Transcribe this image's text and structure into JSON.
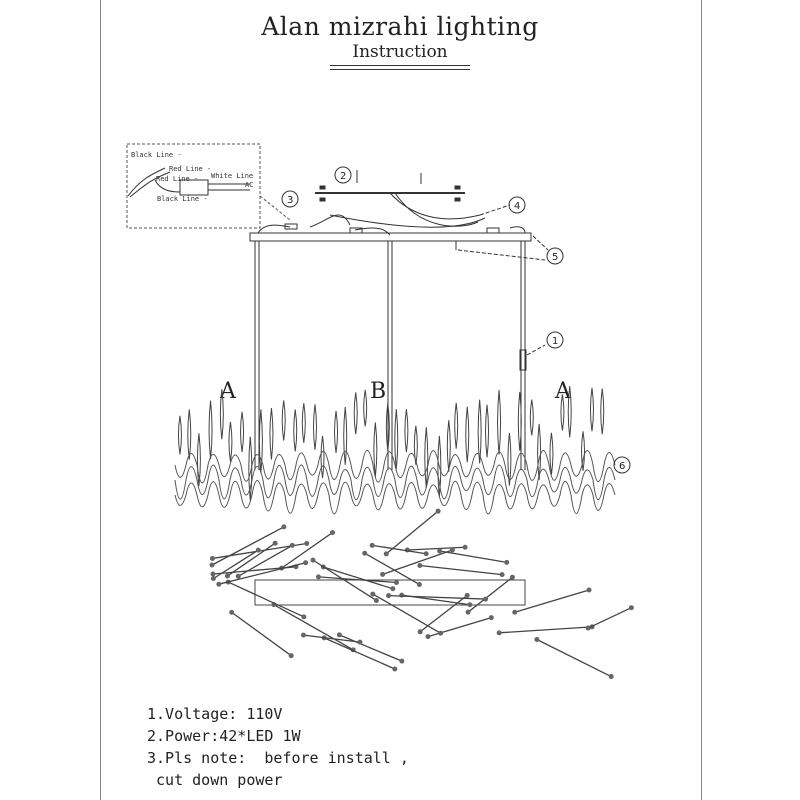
{
  "header": {
    "title": "Alan mizrahi lighting",
    "subtitle": "Instruction"
  },
  "wiring_inset": {
    "labels": [
      "Black Line -",
      "Red Line -",
      "Red Line -",
      "White Line",
      "AC",
      "Black Line -"
    ]
  },
  "callouts": [
    "1",
    "2",
    "3",
    "4",
    "5",
    "6"
  ],
  "rod_labels": [
    "A",
    "B",
    "A"
  ],
  "notes": [
    "1.Voltage: 110V",
    "2.Power:42*LED 1W",
    "3.Pls note:  before install ,",
    " cut down power"
  ]
}
